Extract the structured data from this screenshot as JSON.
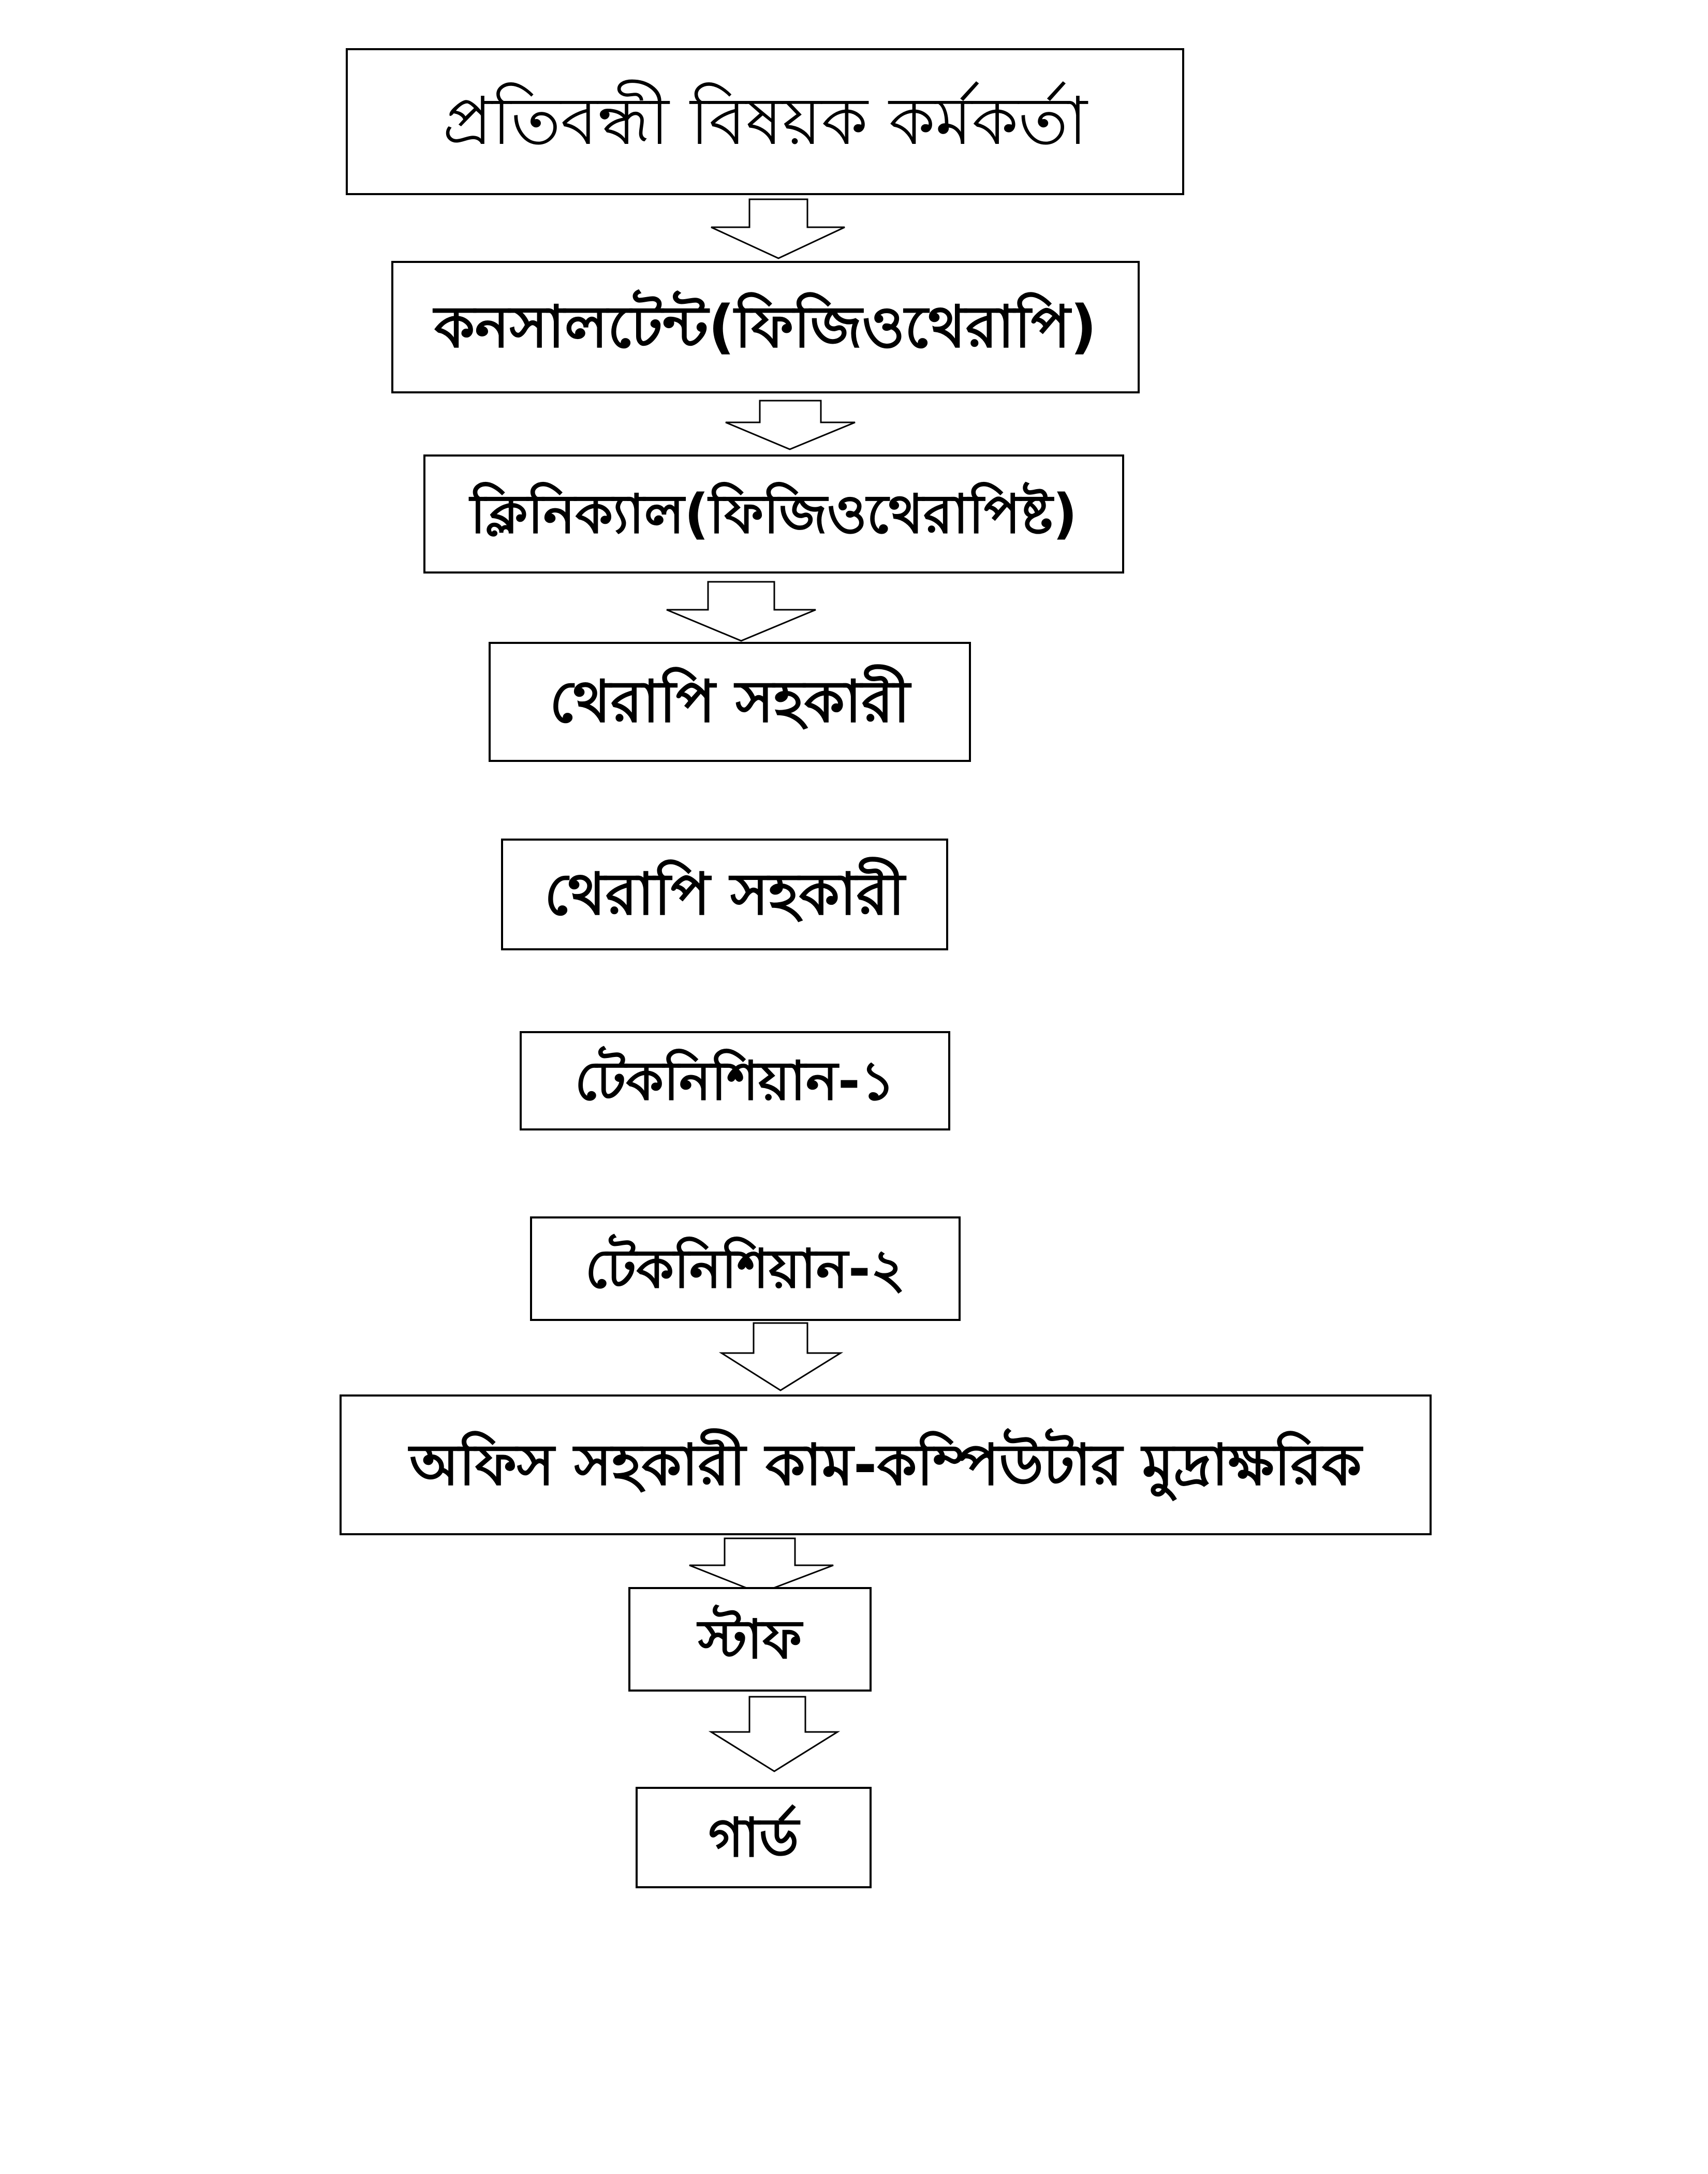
{
  "diagram": {
    "nodes": [
      {
        "id": "disability-officer",
        "label": "প্রতিবন্ধী বিষয়ক কর্মকর্তা"
      },
      {
        "id": "consultant-physiotherapy",
        "label": "কনসালটেন্ট(ফিজিওথেরাপি)"
      },
      {
        "id": "clinical-physiotherapist",
        "label": "ক্লিনিক্যাল(ফিজিওথেরাপিষ্ট)"
      },
      {
        "id": "therapy-assistant-1",
        "label": "থেরাপি সহকারী"
      },
      {
        "id": "therapy-assistant-2",
        "label": "থেরাপি সহকারী"
      },
      {
        "id": "technician-1",
        "label": "টেকনিশিয়ান-১"
      },
      {
        "id": "technician-2",
        "label": "টেকনিশিয়ান-২"
      },
      {
        "id": "office-assistant",
        "label": "অফিস সহকারী কাম-কম্পিউটার মুদ্রাক্ষরিক"
      },
      {
        "id": "staff",
        "label": "স্টাফ"
      },
      {
        "id": "guard",
        "label": "গার্ড"
      }
    ],
    "edges": [
      {
        "from": "disability-officer",
        "to": "consultant-physiotherapy"
      },
      {
        "from": "consultant-physiotherapy",
        "to": "clinical-physiotherapist"
      },
      {
        "from": "clinical-physiotherapist",
        "to": "therapy-assistant-1"
      },
      {
        "from": "technician-2",
        "to": "office-assistant"
      },
      {
        "from": "office-assistant",
        "to": "staff"
      },
      {
        "from": "staff",
        "to": "guard"
      }
    ],
    "colors": {
      "stroke": "#000000",
      "fill": "#ffffff",
      "text": "#000000"
    }
  }
}
